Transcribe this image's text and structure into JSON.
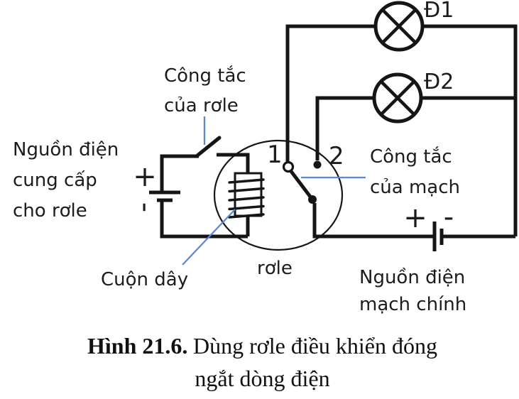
{
  "colors": {
    "line": "#151515",
    "leader": "#5b87d8",
    "bg": "#ffffff",
    "text": "#1c1c1c"
  },
  "diagram": {
    "lamp1_label": "Đ1",
    "lamp2_label": "Đ2",
    "contact1_label": "1",
    "contact2_label": "2",
    "relay_label": "rơle",
    "coil_label": "Cuộn dây",
    "relay_switch_label": {
      "line1": "Công tắc",
      "line2": "của rơle"
    },
    "relay_source_label": {
      "line1": "Nguồn điện",
      "line2": "cung cấp",
      "line3": "cho rơle"
    },
    "main_switch_label": {
      "line1": "Công tắc",
      "line2": "của mạch"
    },
    "main_source_label": {
      "line1": "Nguồn điện",
      "line2": "mạch chính"
    },
    "relay_battery": {
      "plus": "+",
      "minus": "-"
    },
    "main_battery": {
      "plus": "+",
      "minus": "-"
    }
  },
  "caption": {
    "prefix": "Hình 21.6.",
    "line1": "Dùng rơle điều khiển đóng",
    "line2": "ngắt dòng điện"
  }
}
